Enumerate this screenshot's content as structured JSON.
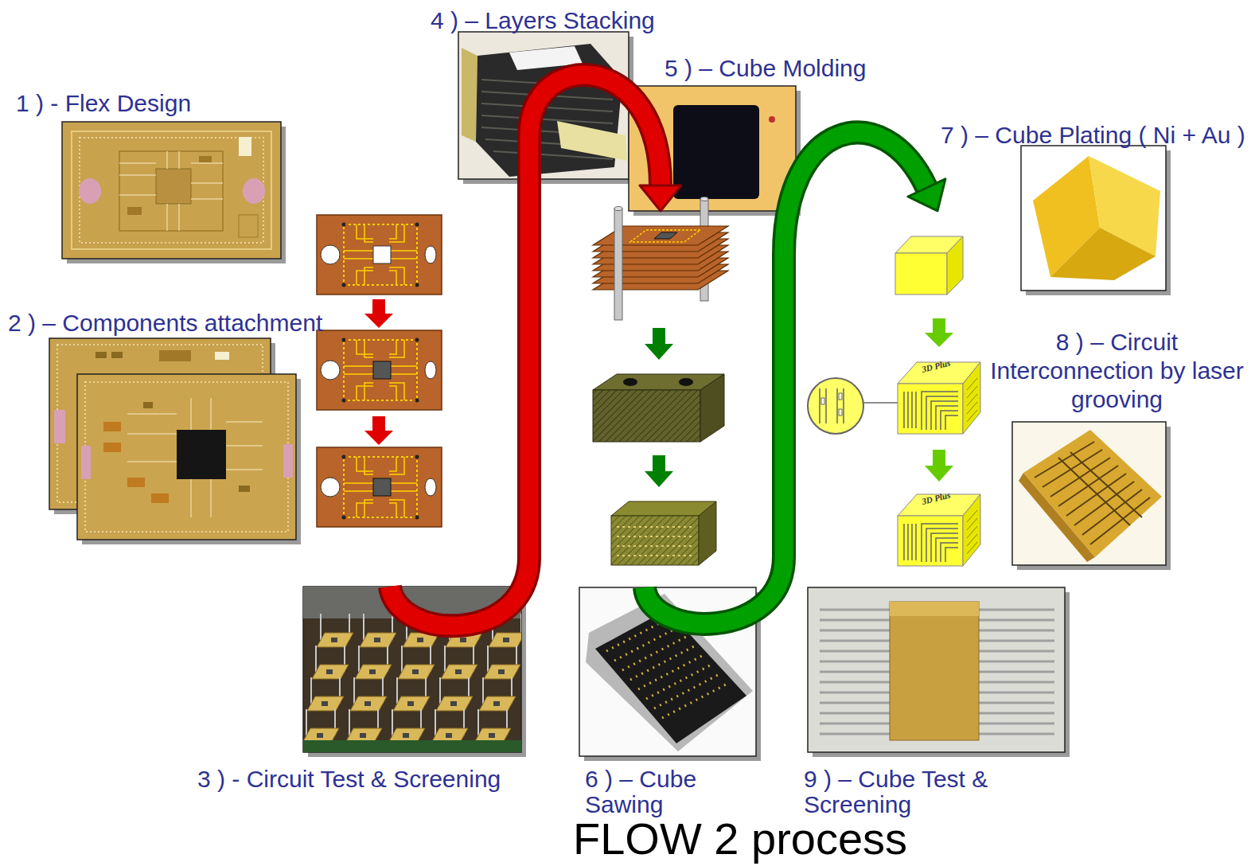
{
  "diagram": {
    "caption": "FLOW 2 process",
    "nodes": [
      {
        "text": [
          "1 ) - Flex Design"
        ]
      },
      {
        "text": [
          "2 ) – Components attachment"
        ]
      },
      {
        "text": [
          "3 ) - Circuit Test & Screening"
        ]
      },
      {
        "text": [
          "4 ) – Layers Stacking"
        ]
      },
      {
        "text": [
          "5 ) – Cube Molding"
        ]
      },
      {
        "text": [
          "6 ) – Cube Sawing"
        ]
      },
      {
        "text": [
          "7 ) – Cube Plating ( Ni + Au )"
        ]
      },
      {
        "text": [
          "8 ) – Circuit Interconnection by laser grooving"
        ]
      },
      {
        "text": [
          "9 ) – Cube Test & Screening"
        ]
      }
    ],
    "edges": [
      {
        "from": 2,
        "to": 4,
        "arrow": "to"
      },
      {
        "from": 5,
        "to": 6,
        "arrow": "to"
      }
    ],
    "labels": [
      "3D Plus",
      "3D Plus"
    ]
  }
}
